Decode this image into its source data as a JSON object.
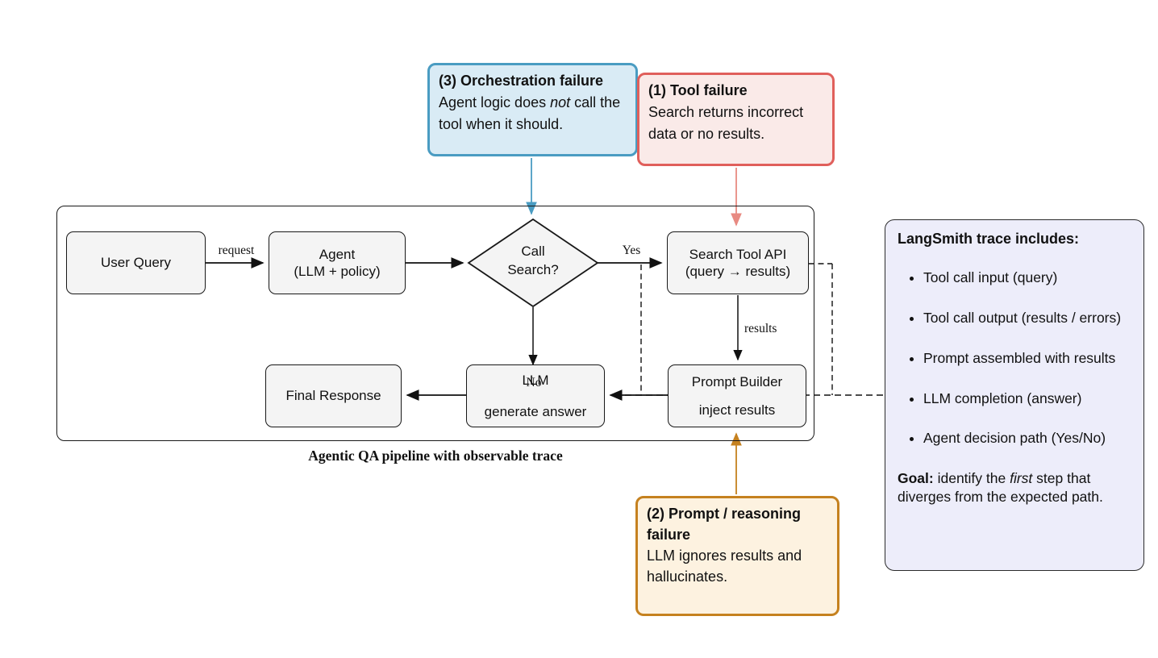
{
  "pipeline": {
    "caption": "Agentic QA pipeline with observable trace",
    "nodes": {
      "user_query": {
        "label": "User Query"
      },
      "agent": {
        "line1": "Agent",
        "line2": "(LLM + policy)"
      },
      "decision": {
        "line1": "Call",
        "line2": "Search?"
      },
      "search_api": {
        "line1": "Search Tool API",
        "line2": "(query → results)"
      },
      "prompt_builder": {
        "line1": "Prompt Builder",
        "line2": "inject results"
      },
      "llm": {
        "line1": "LLM",
        "line2": "generate answer"
      },
      "final_response": {
        "label": "Final Response"
      }
    },
    "edge_labels": {
      "request": "request",
      "yes": "Yes",
      "no": "No",
      "results": "results"
    }
  },
  "callouts": {
    "orchestration": {
      "title": "(3) Orchestration failure",
      "body_pre": "Agent logic does ",
      "body_italic": "not",
      "body_post": " call the tool when it should.",
      "border_color": "#4a9cc2",
      "fill_color": "#d9ebf5"
    },
    "tool": {
      "title": "(1) Tool failure",
      "body": "Search returns incorrect data or no results.",
      "border_color": "#e05f5b",
      "fill_color": "#faeae8"
    },
    "prompt_reasoning": {
      "title": "(2) Prompt / reasoning failure",
      "body": "LLM ignores results and hallucinates.",
      "border_color": "#c5811f",
      "fill_color": "#fdf2e0"
    }
  },
  "trace_panel": {
    "title": "LangSmith trace includes:",
    "bullets": [
      "Tool call input (query)",
      "Tool call output (results / errors)",
      "Prompt assembled with results",
      "LLM completion (answer)",
      "Agent decision path (Yes/No)"
    ],
    "goal_label": "Goal:",
    "goal_pre": " identify the ",
    "goal_italic": "first",
    "goal_post": " step that diverges from the expected path.",
    "fill_color": "#ededfa"
  },
  "style_colors": {
    "node_fill": "#f4f4f4",
    "node_border": "#181818",
    "arrow_black": "#111111"
  }
}
